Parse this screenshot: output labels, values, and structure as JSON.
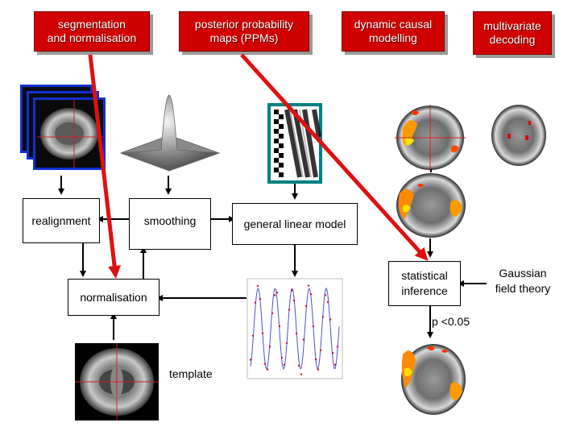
{
  "top_boxes": {
    "segmentation": "segmentation\nand normalisation",
    "ppm": "posterior probability\nmaps (PPMs)",
    "dcm": "dynamic causal\nmodelling",
    "decoding": "multivariate\ndecoding"
  },
  "steps": {
    "realignment": "realignment",
    "smoothing": "smoothing",
    "glm": "general linear model",
    "normalisation": "normalisation",
    "inference": "statistical\ninference"
  },
  "labels": {
    "gaussian": "Gaussian\nfield theory",
    "pvalue": "p <0.05",
    "template": "template"
  },
  "colors": {
    "top_box": "#d10000",
    "red_arrow": "#e01010",
    "design_frame": "#008080",
    "fit_line": "#5050d0",
    "data_points": "#c01030"
  }
}
